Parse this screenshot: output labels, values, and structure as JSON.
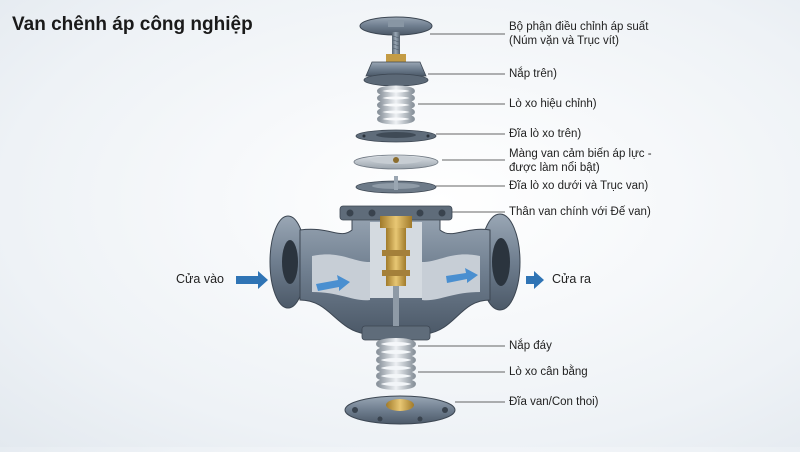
{
  "title": "Van chênh áp công nghiệp",
  "labels": [
    {
      "lines": [
        "Bộ phận điều chỉnh áp suất",
        "(Núm vặn và Trục vít)"
      ]
    },
    {
      "lines": [
        "Nắp trên)"
      ]
    },
    {
      "lines": [
        "Lò xo hiệu chỉnh)"
      ]
    },
    {
      "lines": [
        "Đĩa lò xo trên)"
      ]
    },
    {
      "lines": [
        "Màng van cảm biến áp lực -",
        "được làm nổi bật)"
      ]
    },
    {
      "lines": [
        "Đĩa lò xo dưới và Trục van)"
      ]
    },
    {
      "lines": [
        "Thân van chính với Đế van)"
      ]
    },
    {
      "lines": [
        "Nắp đáy"
      ]
    },
    {
      "lines": [
        "Lò xo cân bằng"
      ]
    },
    {
      "lines": [
        "Đĩa van/Con thoi)"
      ]
    }
  ],
  "flow": {
    "inlet": "Cửa vào",
    "outlet": "Cửa ra"
  },
  "colors": {
    "metal": "#6f7e8f",
    "metal_dark": "#4c5968",
    "brass": "#c9a046",
    "arrow": "#2f74b5"
  }
}
